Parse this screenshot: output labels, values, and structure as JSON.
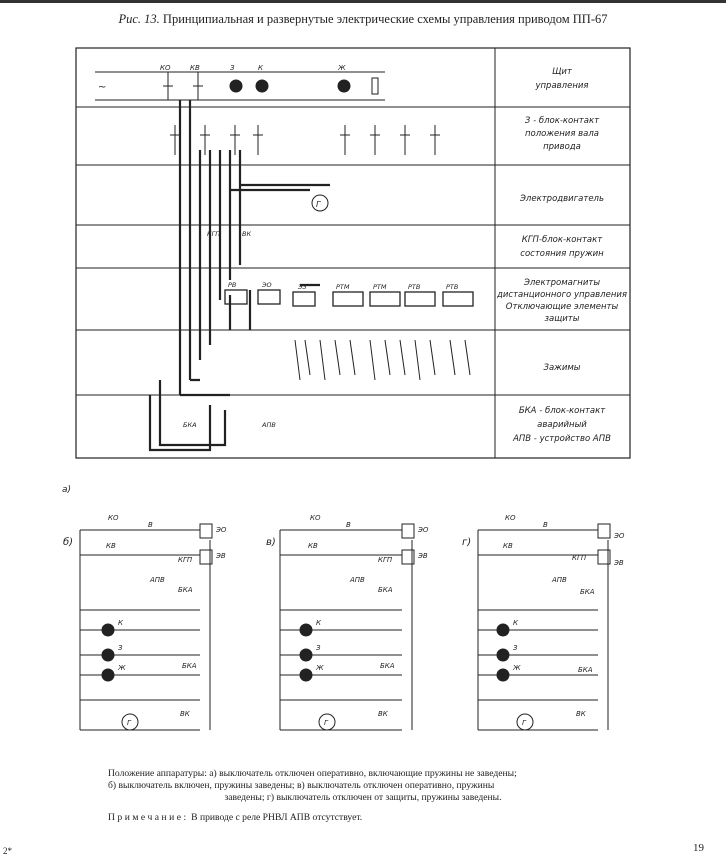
{
  "title": {
    "prefix": "Рис. 13.",
    "text": "Принципиальная и развернутые электрические схемы управления приводом ПП-67"
  },
  "main_diagram": {
    "rows": [
      {
        "lines": [
          "Щит",
          "управления"
        ]
      },
      {
        "lines": [
          "З - блок-контакт",
          "положения вала",
          "привода"
        ]
      },
      {
        "lines": [
          "Электродвигатель"
        ]
      },
      {
        "lines": [
          "КГП-блок-контакт",
          "состояния пружин"
        ]
      },
      {
        "lines": [
          "Электромагниты",
          "дистанционного управления",
          "Отключающие элементы",
          "защиты"
        ]
      },
      {
        "lines": [
          "Зажимы"
        ]
      },
      {
        "lines": [
          "БКА - блок-контакт",
          "аварийный",
          "АПВ - устройство АПВ"
        ]
      }
    ],
    "panel_labels": {
      "ko": "КО",
      "kv": "КВ",
      "z": "З",
      "k": "К",
      "zh": "Ж"
    },
    "element_labels": {
      "kgp": "КГП",
      "vk": "ВК",
      "rv": "РВ",
      "eo": "ЭО",
      "ez": "ЭЗ",
      "rtm1": "РТМ",
      "rtm2": "РТМ",
      "rtv1": "РТВ",
      "rtv2": "РТВ",
      "bka": "БКА",
      "apv": "АПВ",
      "motor": "Г"
    }
  },
  "schematics": [
    {
      "tag": "б)",
      "ko": "КО",
      "kv": "КВ",
      "v": "В",
      "eo": "ЭО",
      "ev": "ЭВ",
      "kgp": "КГП",
      "apv": "АПВ",
      "bka": "БКА",
      "k": "К",
      "z": "З",
      "zh": "Ж",
      "vk": "ВК",
      "g": "Г"
    },
    {
      "tag": "в)",
      "ko": "КО",
      "kv": "КВ",
      "v": "В",
      "eo": "ЭО",
      "ev": "ЭВ",
      "kgp": "КГП",
      "apv": "АПВ",
      "bka": "БКА",
      "k": "К",
      "z": "З",
      "zh": "Ж",
      "vk": "ВК",
      "g": "Г"
    },
    {
      "tag": "г)",
      "ko": "КО",
      "kv": "КВ",
      "v": "В",
      "eo": "ЭО",
      "ev": "ЭВ",
      "kgp": "КГП",
      "apv": "АПВ",
      "bka": "БКА",
      "k": "К",
      "z": "З",
      "zh": "Ж",
      "vk": "ВК",
      "g": "Г"
    }
  ],
  "caption": {
    "line1": "Положение аппаратуры: а) выключатель отключен оперативно, включающие пружины не заведены;",
    "line2": "б) выключатель включен, пружины заведены; в) выключатель отключен оперативно, пружины",
    "line3": "заведены; г) выключатель отключен от защиты, пружины заведены."
  },
  "note": {
    "label": "Примечание:",
    "text": "В приводе с реле РНВЛ АПВ отсутствует."
  },
  "page_number": "19",
  "signature": "2*",
  "corner_mark": "а)"
}
